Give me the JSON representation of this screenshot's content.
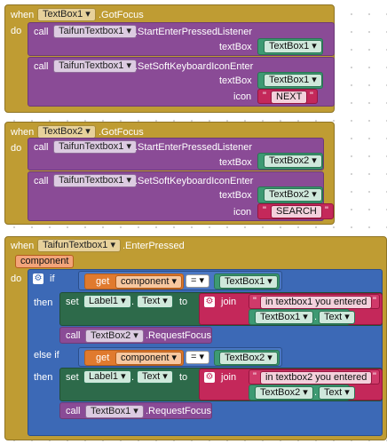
{
  "event1": {
    "when": "when",
    "component": "TextBox1",
    "event": ".GotFocus",
    "do": "do",
    "call1": {
      "call": "call",
      "component": "TaifunTextbox1",
      "method": ".StartEnterPressedListener",
      "param": "textBox",
      "value": "TextBox1"
    },
    "call2": {
      "call": "call",
      "component": "TaifunTextbox1",
      "method": ".SetSoftKeyboardIconEnter",
      "param1": "textBox",
      "value1": "TextBox1",
      "param2": "icon",
      "value2": "NEXT"
    }
  },
  "event2": {
    "when": "when",
    "component": "TextBox2",
    "event": ".GotFocus",
    "do": "do",
    "call1": {
      "call": "call",
      "component": "TaifunTextbox1",
      "method": ".StartEnterPressedListener",
      "param": "textBox",
      "value": "TextBox2"
    },
    "call2": {
      "call": "call",
      "component": "TaifunTextbox1",
      "method": ".SetSoftKeyboardIconEnter",
      "param1": "textBox",
      "value1": "TextBox2",
      "param2": "icon",
      "value2": "SEARCH"
    }
  },
  "event3": {
    "when": "when",
    "component": "TaifunTextbox1",
    "event": ".EnterPressed",
    "parameter": "component",
    "do": "do",
    "if": "if",
    "get": "get",
    "get_var": "component",
    "eq": "=",
    "cmp1": "TextBox1",
    "then": "then",
    "set1": {
      "set": "set",
      "component": "Label1",
      "prop": "Text",
      "to": "to",
      "join": "join",
      "text": "in textbox1 you entered",
      "src": "TextBox1",
      "src_prop": "Text"
    },
    "call1": {
      "call": "call",
      "component": "TextBox2",
      "method": ".RequestFocus"
    },
    "elseif": "else if",
    "cmp2": "TextBox2",
    "then2": "then",
    "set2": {
      "set": "set",
      "component": "Label1",
      "prop": "Text",
      "to": "to",
      "join": "join",
      "text": "in textbox2 you entered",
      "src": "TextBox2",
      "src_prop": "Text"
    },
    "call2": {
      "call": "call",
      "component": "TextBox1",
      "method": ".RequestFocus"
    }
  },
  "icons": {
    "gear": "gear-icon",
    "dropdown": "chevron-down-icon"
  }
}
